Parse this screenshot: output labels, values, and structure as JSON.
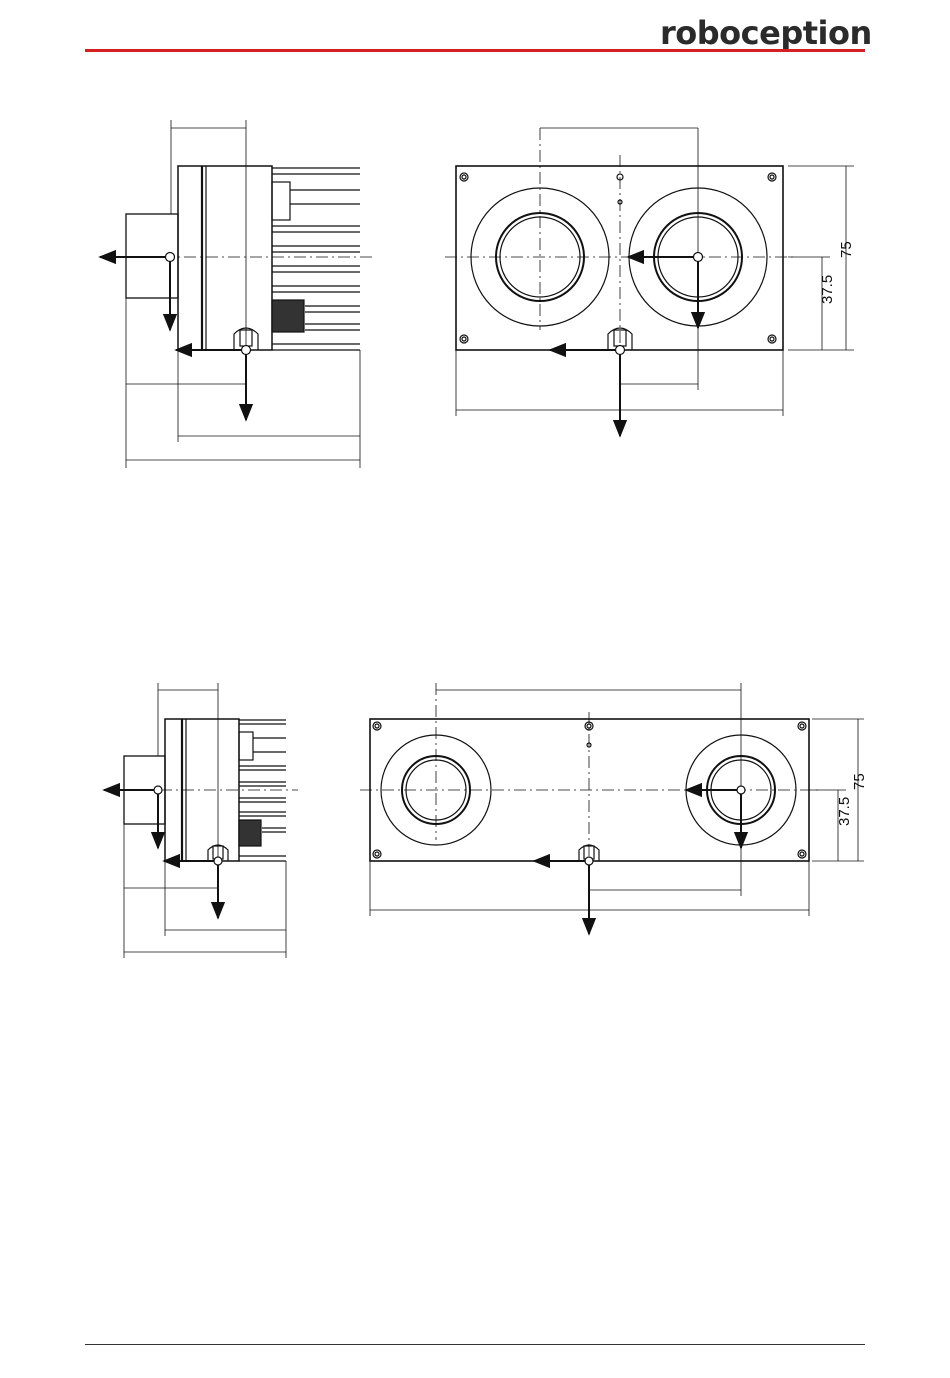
{
  "header": {
    "brand": "roboception"
  },
  "drawing1": {
    "dimensions": {
      "height_total": "75",
      "height_half": "37.5"
    }
  },
  "drawing2": {
    "dimensions": {
      "height_total": "75",
      "height_half": "37.5"
    }
  },
  "colors": {
    "brand_rule": "#d42020",
    "line": "#111111"
  }
}
